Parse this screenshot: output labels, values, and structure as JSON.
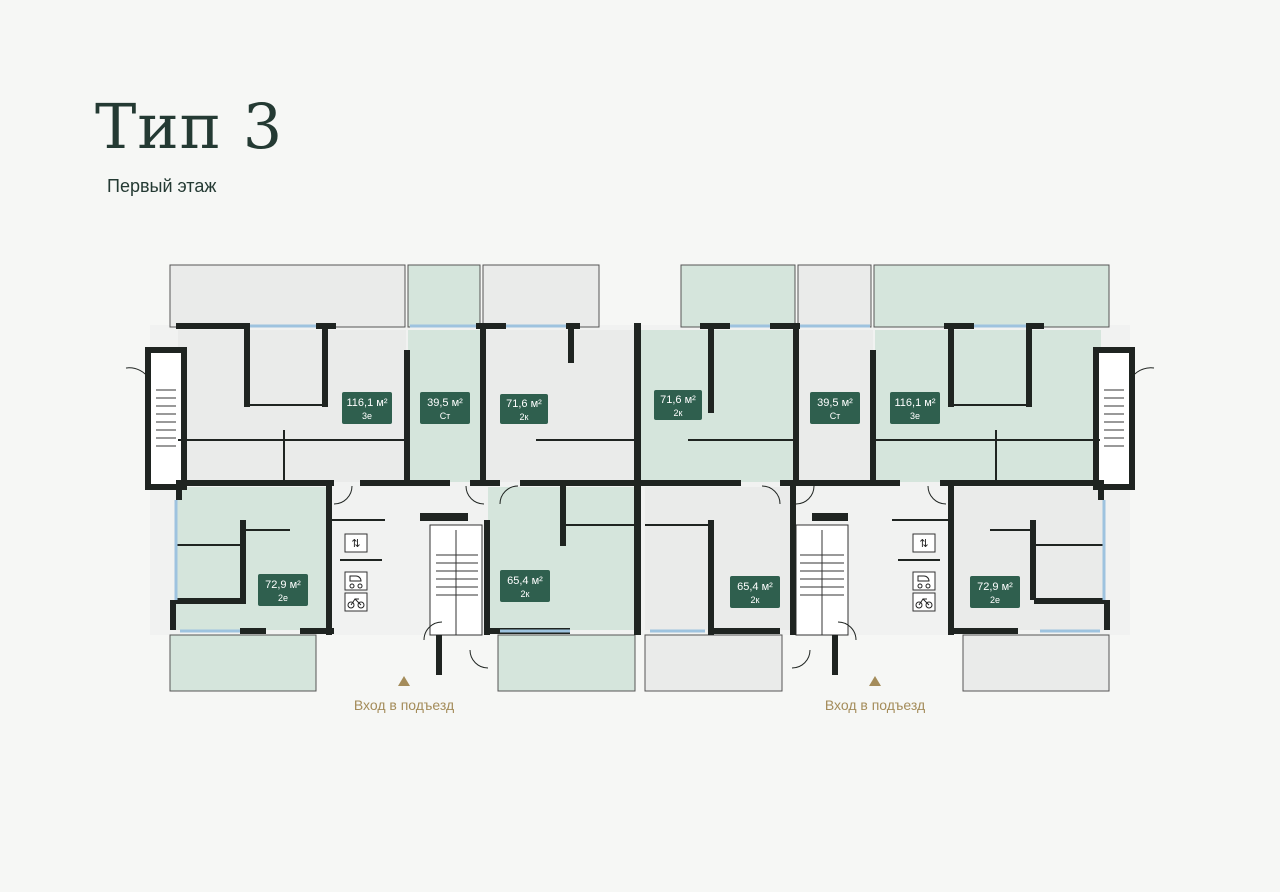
{
  "header": {
    "title": "Тип 3",
    "subtitle": "Первый этаж"
  },
  "colors": {
    "background": "#f6f7f5",
    "highlight": "#d5e5dc",
    "neutral": "#eaebea",
    "wall": "#1f2421",
    "label_bg": "#2f5f4e",
    "entrance": "#a48c5a",
    "window": "#9ec3df"
  },
  "apartments": [
    {
      "area": "116,1 м²",
      "type": "3е",
      "highlighted": false
    },
    {
      "area": "39,5 м²",
      "type": "Ст",
      "highlighted": true
    },
    {
      "area": "71,6 м²",
      "type": "2к",
      "highlighted": false
    },
    {
      "area": "71,6 м²",
      "type": "2к",
      "highlighted": true
    },
    {
      "area": "39,5 м²",
      "type": "Ст",
      "highlighted": false
    },
    {
      "area": "116,1 м²",
      "type": "3е",
      "highlighted": true
    },
    {
      "area": "72,9 м²",
      "type": "2е",
      "highlighted": true
    },
    {
      "area": "65,4 м²",
      "type": "2к",
      "highlighted": true
    },
    {
      "area": "65,4 м²",
      "type": "2к",
      "highlighted": false
    },
    {
      "area": "72,9 м²",
      "type": "2е",
      "highlighted": false
    }
  ],
  "entrances": [
    {
      "label": "Вход в подъезд"
    },
    {
      "label": "Вход в подъезд"
    }
  ],
  "icons": [
    "elevator-icon",
    "stroller-icon",
    "bicycle-icon"
  ]
}
